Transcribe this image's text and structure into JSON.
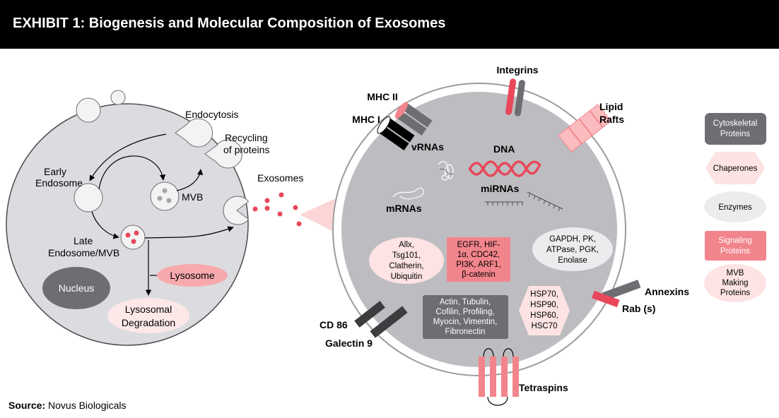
{
  "title": "EXHIBIT 1: Biogenesis and Molecular Composition of Exosomes",
  "source": {
    "label": "Source:",
    "value": "Novus Biologicals"
  },
  "cell_left": {
    "endocytosis": "Endocytosis",
    "recycling_1": "Recycling",
    "recycling_2": "of proteins",
    "early_1": "Early",
    "early_2": "Endosome",
    "mvb": "MVB",
    "late_1": "Late",
    "late_2": "Endosome/MVB",
    "lysosome": "Lysosome",
    "degradation_1": "Lysosomal",
    "degradation_2": "Degradation",
    "nucleus": "Nucleus",
    "exosomes": "Exosomes"
  },
  "exosome": {
    "integrins": "Integrins",
    "mhc2": "MHC II",
    "mhc1": "MHC I",
    "lipid_1": "Lipid",
    "lipid_2": "Rafts",
    "vrnas": "vRNAs",
    "dna": "DNA",
    "mirnas": "miRNAs",
    "mrnas": "mRNAs",
    "alix": [
      "Allx,",
      "Tsg101,",
      "Clatherin,",
      "Ubiquitin"
    ],
    "egfr": [
      "EGFR, HIF-",
      "1α, CDC42,",
      "PI3K, ARF1,",
      "β-catenin"
    ],
    "gapdh": [
      "GAPDH, PK,",
      "ATPase, PGK,",
      "Enolase"
    ],
    "actin": [
      "Actin, Tubulin,",
      "Cofilin, Profiling,",
      "Myocin, Vimentin,",
      "Fibronectin"
    ],
    "hsp": [
      "HSP70,",
      "HSP90,",
      "HSP60,",
      "HSC70"
    ],
    "annexins": "Annexins",
    "rab": "Rab (s)",
    "cd86": "CD 86",
    "galectin": "Galectin 9",
    "tetraspins": "Tetraspins"
  },
  "legend": {
    "cytoskeletal": [
      "Cytoskeletal",
      "Proteins"
    ],
    "chaperones": "Chaperones",
    "enzymes": "Enzymes",
    "signaling": [
      "Signaling",
      "Proteins"
    ],
    "mvb": [
      "MVB",
      "Making",
      "Proteins"
    ]
  },
  "colors": {
    "cell_fill": "#dcdce0",
    "exosome_fill": "#bdbdc1",
    "dark_grey": "#6d6e71",
    "pink": "#f2848c",
    "light_pink": "#fbdada",
    "red_dot": "#e8485a"
  }
}
